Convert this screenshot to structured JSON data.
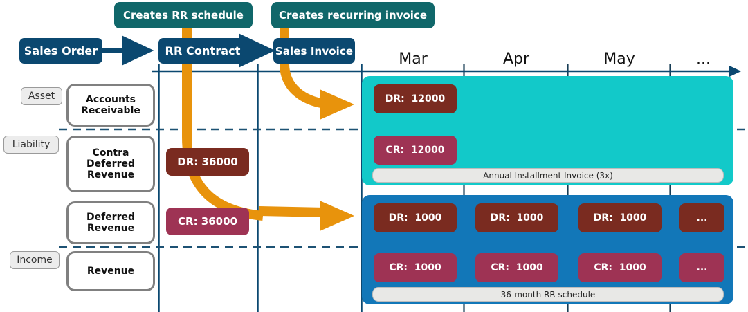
{
  "flow": {
    "boxes": [
      {
        "id": "sales-order",
        "label": "Sales Order"
      },
      {
        "id": "rr-contract",
        "label": "RR Contract"
      },
      {
        "id": "sales-invoice",
        "label": "Sales Invoice"
      }
    ],
    "banners": [
      {
        "id": "creates-rr-schedule",
        "label": "Creates RR schedule"
      },
      {
        "id": "creates-recurring-invoice",
        "label": "Creates recurring invoice"
      }
    ]
  },
  "ledger": {
    "categories": [
      {
        "id": "asset",
        "label": "Asset"
      },
      {
        "id": "liability",
        "label": "Liability"
      },
      {
        "id": "income",
        "label": "Income"
      }
    ],
    "accounts": [
      {
        "id": "accounts-receivable",
        "label": "Accounts\nReceivable"
      },
      {
        "id": "contra-deferred-revenue",
        "label": "Contra\nDeferred\nRevenue"
      },
      {
        "id": "deferred-revenue",
        "label": "Deferred\nRevenue"
      },
      {
        "id": "revenue",
        "label": "Revenue"
      }
    ]
  },
  "contract_entries": [
    {
      "id": "contract-dr",
      "type": "DR",
      "label": "DR: 36000",
      "amount": 36000
    },
    {
      "id": "contract-cr",
      "type": "CR",
      "label": "CR: 36000",
      "amount": 36000
    }
  ],
  "timeline": {
    "months": [
      "Mar",
      "Apr",
      "May",
      "..."
    ],
    "axis_arrow": true
  },
  "invoice_block": {
    "id": "annual-installment-invoice",
    "caption": "Annual Installment Invoice (3x)",
    "color": "#12c9c9",
    "entries": [
      {
        "id": "invoice-dr-mar",
        "type": "DR",
        "label": "DR:  12000",
        "amount": 12000
      },
      {
        "id": "invoice-cr-mar",
        "type": "CR",
        "label": "CR:  12000",
        "amount": 12000
      }
    ]
  },
  "schedule_block": {
    "id": "rr-schedule",
    "caption": "36-month RR schedule",
    "color": "#1277b8",
    "debits": [
      {
        "id": "sched-dr-mar",
        "type": "DR",
        "label": "DR:  1000",
        "amount": 1000
      },
      {
        "id": "sched-dr-apr",
        "type": "DR",
        "label": "DR:  1000",
        "amount": 1000
      },
      {
        "id": "sched-dr-may",
        "type": "DR",
        "label": "DR:  1000",
        "amount": 1000
      },
      {
        "id": "sched-dr-more",
        "type": "DR",
        "label": "...",
        "amount": null
      }
    ],
    "credits": [
      {
        "id": "sched-cr-mar",
        "type": "CR",
        "label": "CR:  1000",
        "amount": 1000
      },
      {
        "id": "sched-cr-apr",
        "type": "CR",
        "label": "CR:  1000",
        "amount": 1000
      },
      {
        "id": "sched-cr-may",
        "type": "CR",
        "label": "CR:  1000",
        "amount": 1000
      },
      {
        "id": "sched-cr-more",
        "type": "CR",
        "label": "...",
        "amount": null
      }
    ]
  },
  "colors": {
    "navy": "#0b4870",
    "dark_teal": "#10676a",
    "orange": "#e8930c",
    "teal": "#12c9c9",
    "blue": "#1277b8",
    "debit": "#7a2b20",
    "credit": "#9e3354"
  }
}
